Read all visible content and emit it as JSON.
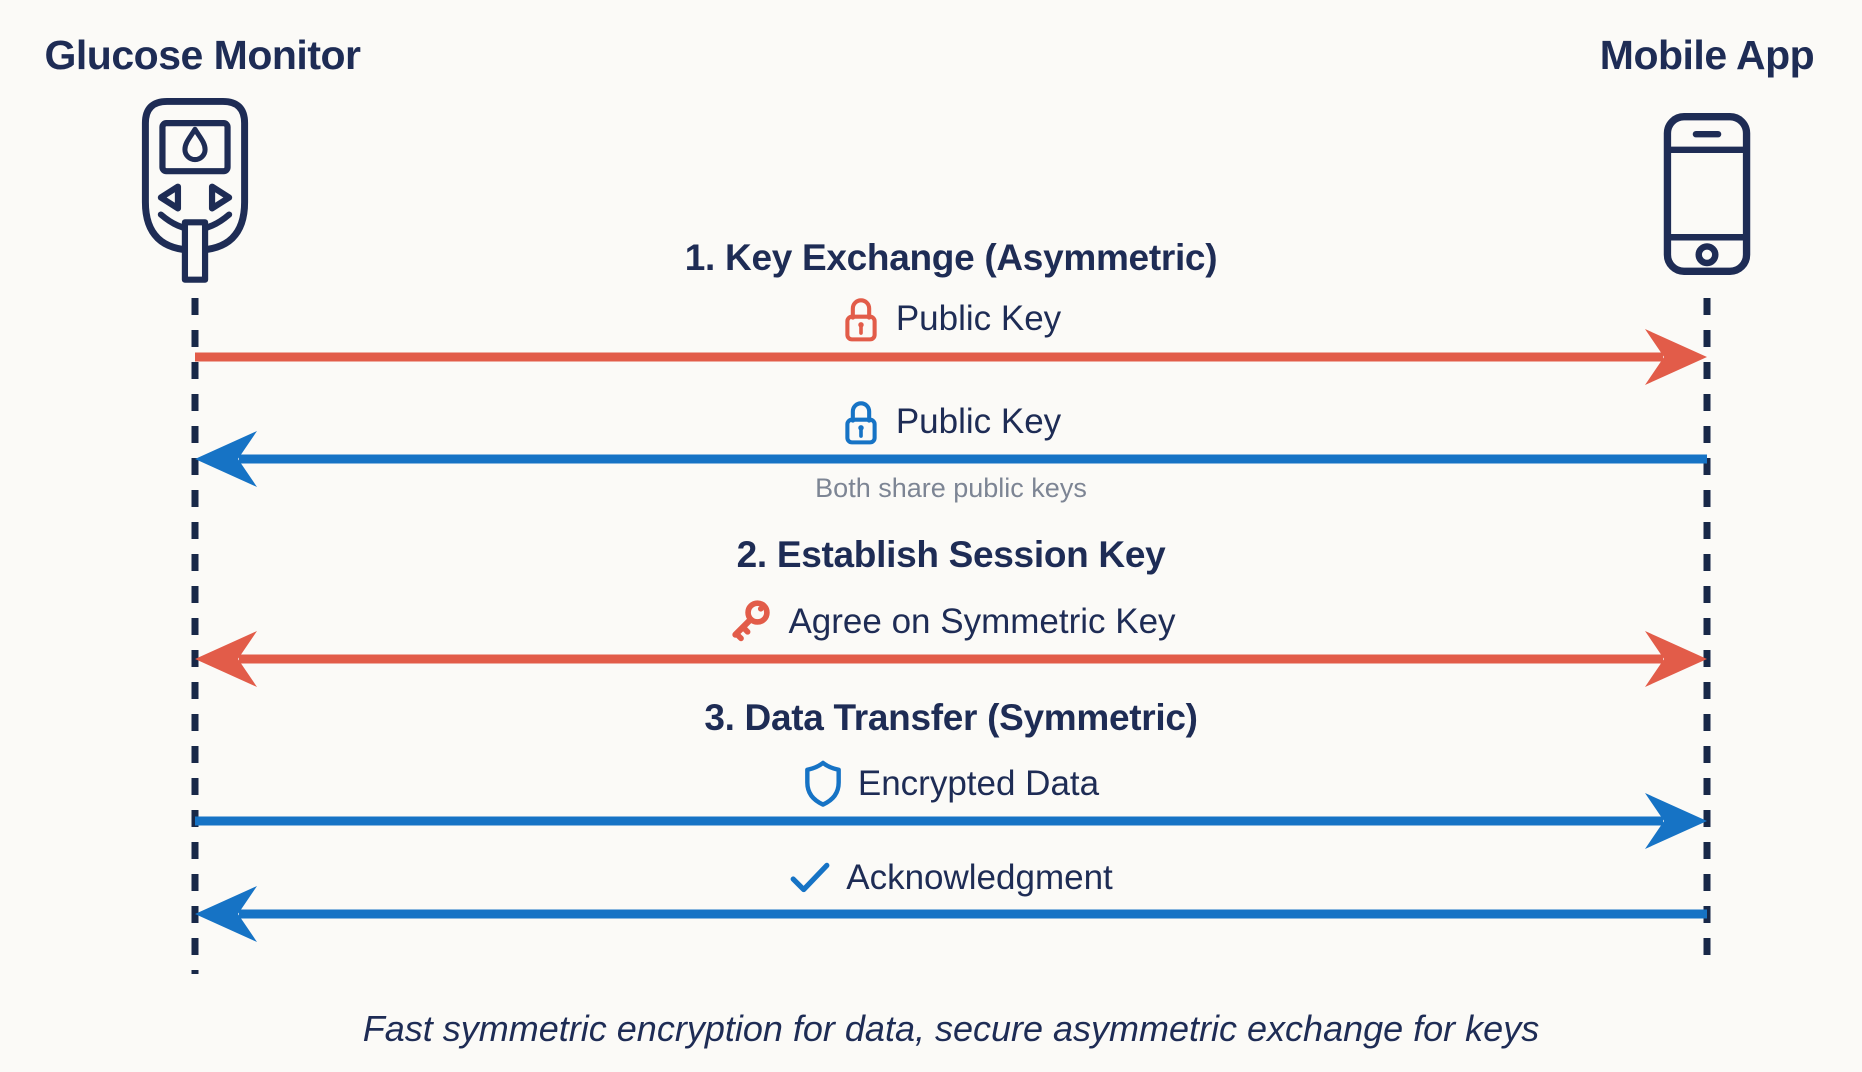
{
  "colors": {
    "navy": "#1e2c55",
    "red": "#e25c49",
    "blue": "#1673c5",
    "gray_note": "#7d8594",
    "background": "#fbfaf7"
  },
  "actors": {
    "left": {
      "label": "Glucose Monitor",
      "icon": "glucose-monitor-icon"
    },
    "right": {
      "label": "Mobile App",
      "icon": "smartphone-icon"
    }
  },
  "sections": [
    {
      "title": "1. Key Exchange (Asymmetric)",
      "messages": [
        {
          "icon": "lock-icon",
          "icon_color": "#e25c49",
          "label": "Public Key",
          "direction": "right",
          "arrow_color": "#e25c49"
        },
        {
          "icon": "lock-icon",
          "icon_color": "#1673c5",
          "label": "Public Key",
          "direction": "left",
          "arrow_color": "#1673c5",
          "note": "Both share public keys"
        }
      ]
    },
    {
      "title": "2. Establish Session Key",
      "messages": [
        {
          "icon": "key-icon",
          "icon_color": "#e25c49",
          "label": "Agree on Symmetric Key",
          "direction": "both",
          "arrow_color": "#e25c49"
        }
      ]
    },
    {
      "title": "3. Data Transfer (Symmetric)",
      "messages": [
        {
          "icon": "shield-icon",
          "icon_color": "#1673c5",
          "label": "Encrypted Data",
          "direction": "right",
          "arrow_color": "#1673c5"
        },
        {
          "icon": "check-icon",
          "icon_color": "#1673c5",
          "label": "Acknowledgment",
          "direction": "left",
          "arrow_color": "#1673c5"
        }
      ]
    }
  ],
  "caption": {
    "text": "Fast symmetric encryption for data, secure asymmetric exchange for keys"
  }
}
